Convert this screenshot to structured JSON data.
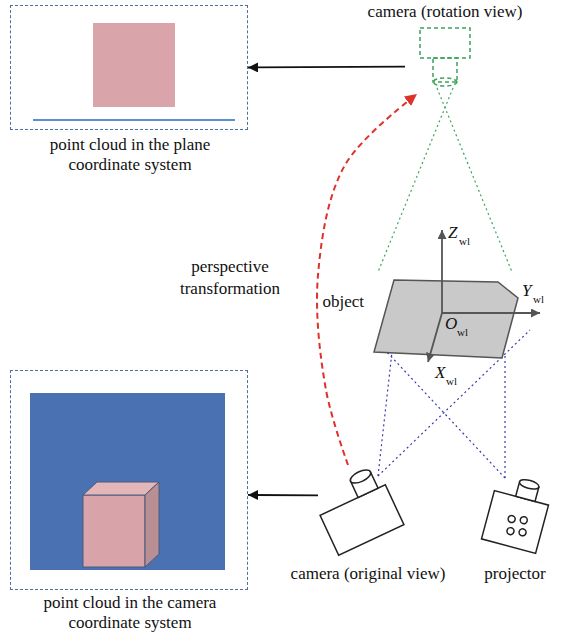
{
  "diagram": {
    "nodes": [
      {
        "text": [
          "point cloud in the plane coordinate system"
        ]
      },
      {
        "text": [
          "camera (rotation view)"
        ]
      },
      {
        "text": [
          "object"
        ]
      },
      {
        "text": [
          "point cloud in the camera coordinate system"
        ]
      },
      {
        "text": [
          "camera (original view)"
        ]
      },
      {
        "text": [
          "projector"
        ]
      }
    ],
    "edges": [
      {
        "from": 1,
        "to": 0,
        "arrow": "to"
      },
      {
        "from": 4,
        "to": 3,
        "arrow": "to"
      },
      {
        "from": 4,
        "to": 1,
        "label": "perspective transformation",
        "arrow": "to"
      }
    ],
    "labels": [
      "Z",
      "wl",
      "Y",
      "wl",
      "O",
      "wl",
      "X",
      "wl"
    ]
  }
}
